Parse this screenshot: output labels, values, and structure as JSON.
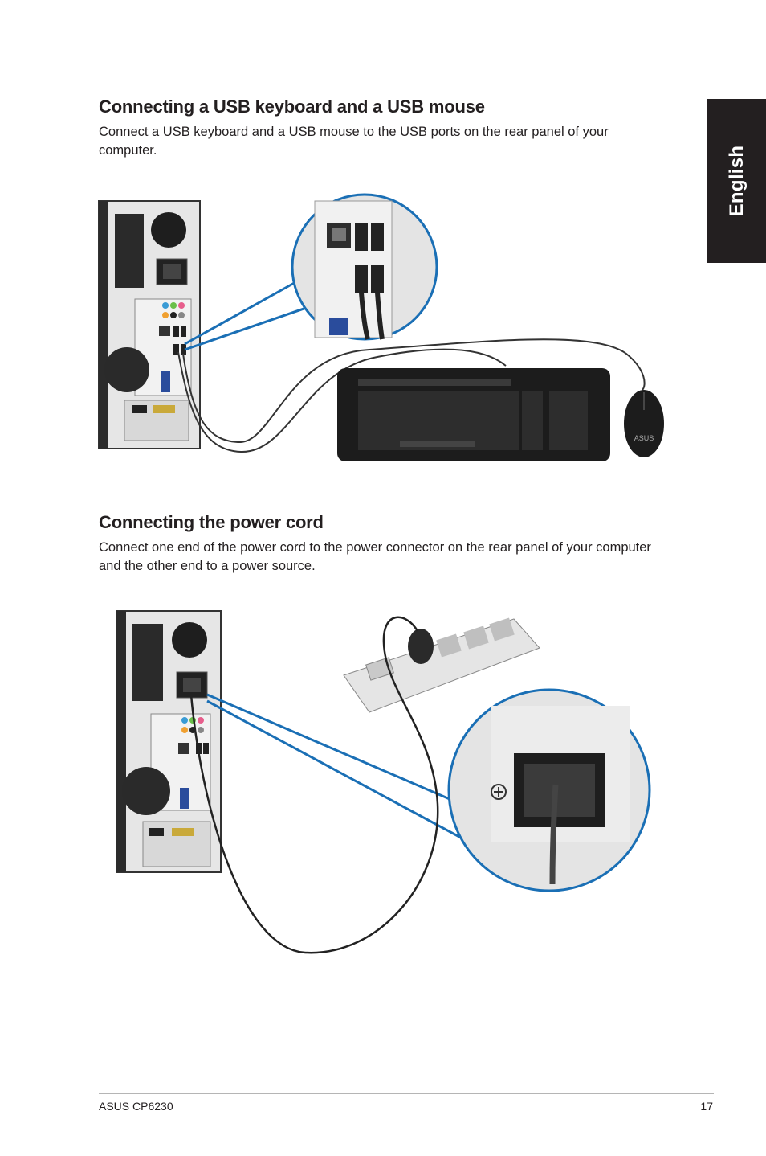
{
  "sidebar_tab": {
    "label": "English"
  },
  "sections": [
    {
      "title": "Connecting a USB keyboard and a USB mouse",
      "body": "Connect a USB keyboard and a USB mouse to the USB ports on the rear panel of your computer."
    },
    {
      "title": "Connecting the power cord",
      "body": "Connect one end of the power cord to the power connector on the rear panel of your computer and the other end to a power source."
    }
  ],
  "figure_labels": {
    "mouse_brand": "ASUS"
  },
  "footer": {
    "product": "ASUS CP6230",
    "page_number": "17"
  },
  "colors": {
    "callout_blue": "#1a6fb5",
    "tab_background": "#231f20",
    "text": "#231f20"
  }
}
